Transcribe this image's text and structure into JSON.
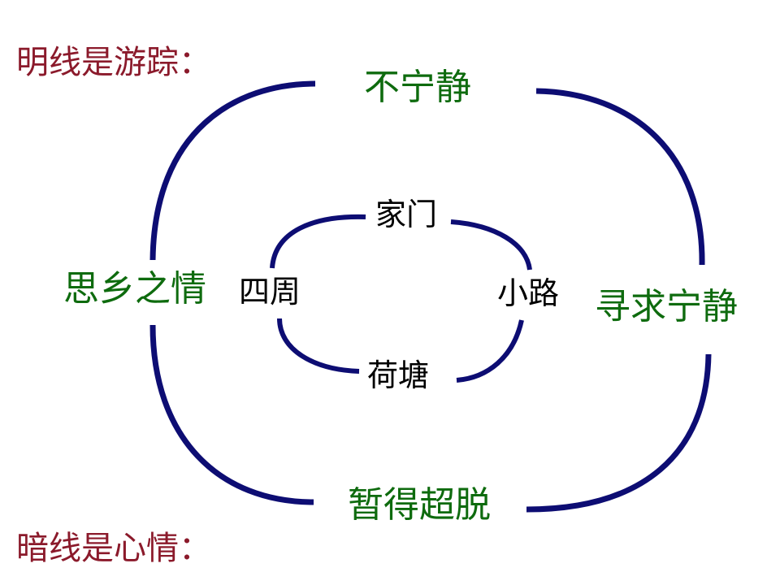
{
  "headings": {
    "explicit_line": "明线是游踪：",
    "implicit_line": "暗线是心情："
  },
  "outer_ring": {
    "top": "不宁静",
    "left": "思乡之情",
    "right": "寻求宁静",
    "bottom": "暂得超脱"
  },
  "inner_ring": {
    "top": "家门",
    "left": "四周",
    "right": "小路",
    "bottom": "荷塘"
  },
  "colors": {
    "heading": "#8b1a2b",
    "outer_label": "#0e6b0e",
    "inner_label": "#000000",
    "ring_stroke": "#0d0d73"
  }
}
